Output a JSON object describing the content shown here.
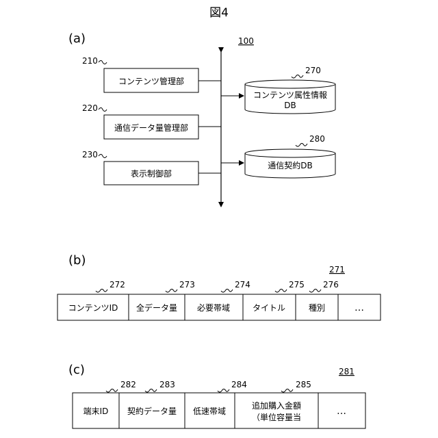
{
  "figure_title": "図4",
  "panel_a": {
    "label": "(a)",
    "ref": "100",
    "blocks": [
      {
        "ref": "210",
        "label": "コンテンツ管理部"
      },
      {
        "ref": "220",
        "label": "通信データ量管理部"
      },
      {
        "ref": "230",
        "label": "表示制御部"
      }
    ],
    "databases": [
      {
        "ref": "270",
        "label_line1": "コンテンツ属性情報",
        "label_line2": "DB"
      },
      {
        "ref": "280",
        "label_line1": "通信契約DB"
      }
    ]
  },
  "panel_b": {
    "label": "(b)",
    "ref": "271",
    "fields": [
      {
        "ref": "272",
        "label": "コンテンツID"
      },
      {
        "ref": "273",
        "label": "全データ量"
      },
      {
        "ref": "274",
        "label": "必要帯域"
      },
      {
        "ref": "275",
        "label": "タイトル"
      },
      {
        "ref": "276",
        "label": "種別"
      },
      {
        "ref": "",
        "label": "…"
      }
    ]
  },
  "panel_c": {
    "label": "(c)",
    "ref": "281",
    "fields": [
      {
        "ref": "282",
        "label": "端末ID"
      },
      {
        "ref": "283",
        "label": "契約データ量"
      },
      {
        "ref": "284",
        "label": "低速帯域"
      },
      {
        "ref": "285",
        "label": "追加購入金額",
        "label2": "（単位容量当"
      },
      {
        "ref": "",
        "label": "…"
      }
    ]
  }
}
